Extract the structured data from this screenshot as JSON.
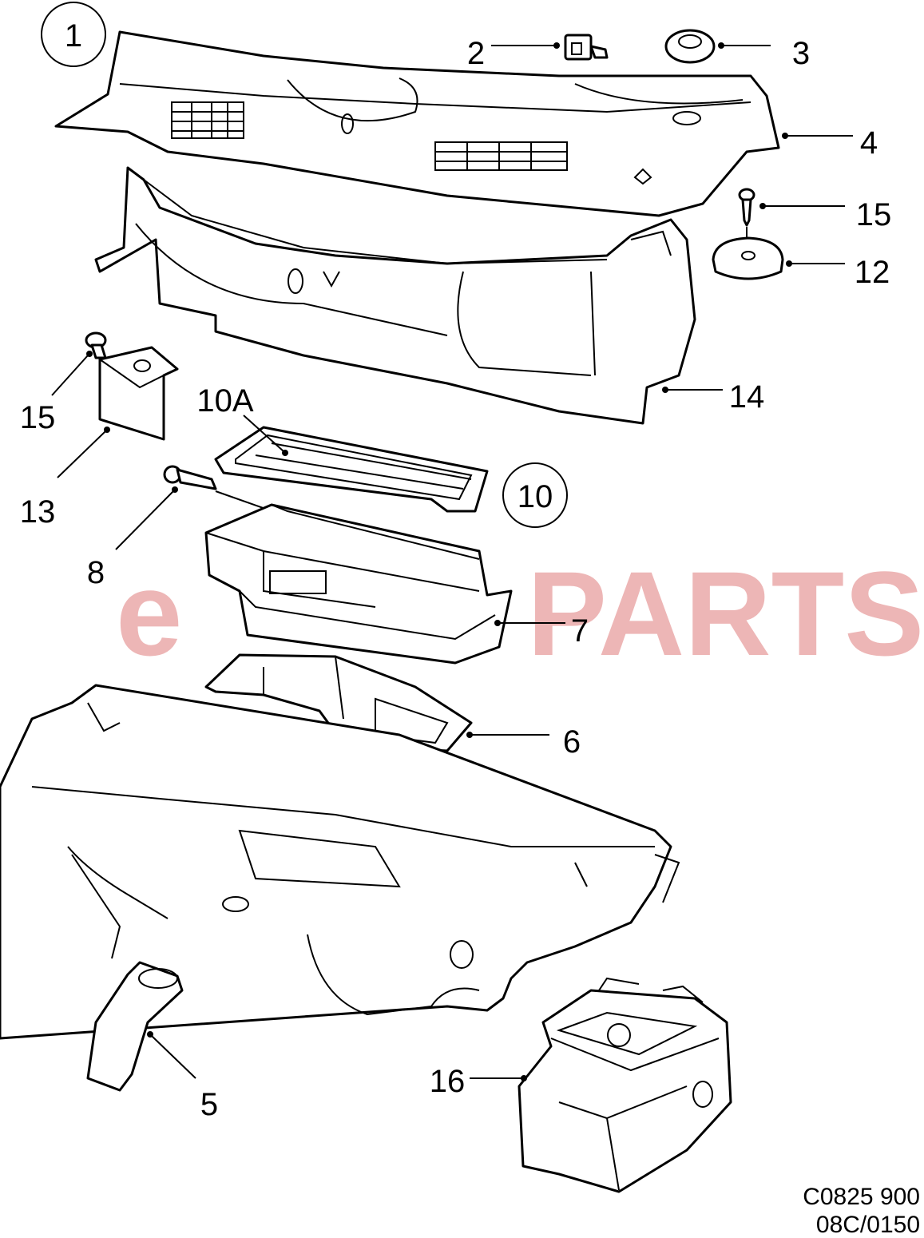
{
  "callouts": {
    "c1": "1",
    "c2": "2",
    "c3": "3",
    "c4": "4",
    "c15a": "15",
    "c12": "12",
    "c14": "14",
    "c15b": "15",
    "c13": "13",
    "c10a": "10A",
    "c10": "10",
    "c8": "8",
    "c7": "7",
    "c6": "6",
    "c5": "5",
    "c16": "16"
  },
  "watermark": {
    "left": "e",
    "right": "PARTS"
  },
  "codes": {
    "line1": "C0825 900",
    "line2": "08C/0150"
  },
  "colors": {
    "ink": "#000000",
    "watermark": "#e07b7b"
  }
}
